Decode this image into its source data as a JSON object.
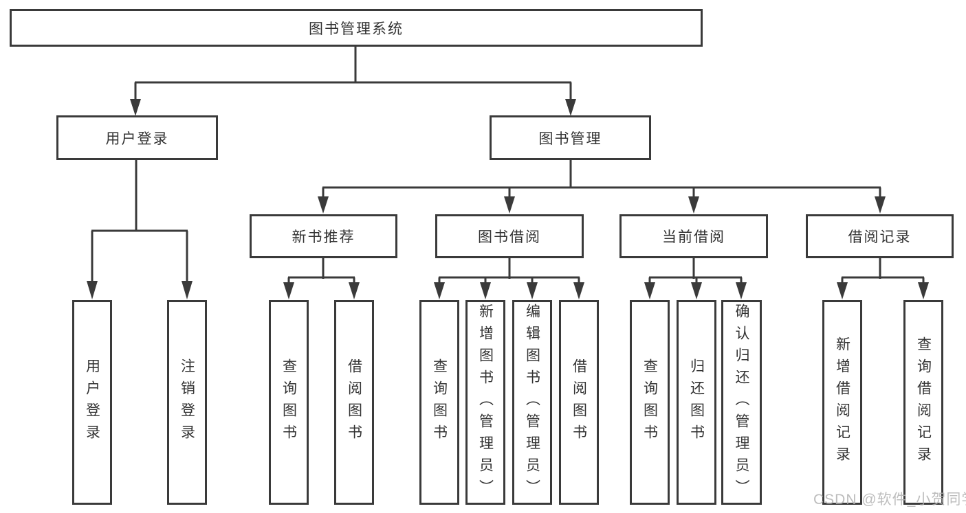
{
  "colors": {
    "line": "#3a3a3a",
    "box_border": "#3a3a3a",
    "text": "#333333",
    "background": "#ffffff",
    "watermark": "#b2b2b2"
  },
  "tree": {
    "label": "图书管理系统",
    "children": [
      {
        "label": "用户登录",
        "children": [
          {
            "label": "用户登录"
          },
          {
            "label": "注销登录"
          }
        ]
      },
      {
        "label": "图书管理",
        "children": [
          {
            "label": "新书推荐",
            "children": [
              {
                "label": "查询图书"
              },
              {
                "label": "借阅图书"
              }
            ]
          },
          {
            "label": "图书借阅",
            "children": [
              {
                "label": "查询图书"
              },
              {
                "label": "新增图书（管理员）"
              },
              {
                "label": "编辑图书（管理员）"
              },
              {
                "label": "借阅图书"
              }
            ]
          },
          {
            "label": "当前借阅",
            "children": [
              {
                "label": "查询图书"
              },
              {
                "label": "归还图书"
              },
              {
                "label": "确认归还（管理员）"
              }
            ]
          },
          {
            "label": "借阅记录",
            "children": [
              {
                "label": "新增借阅记录"
              },
              {
                "label": "查询借阅记录"
              }
            ]
          }
        ]
      }
    ]
  },
  "watermark": {
    "text": "CSDN @软件_小贺同学"
  }
}
